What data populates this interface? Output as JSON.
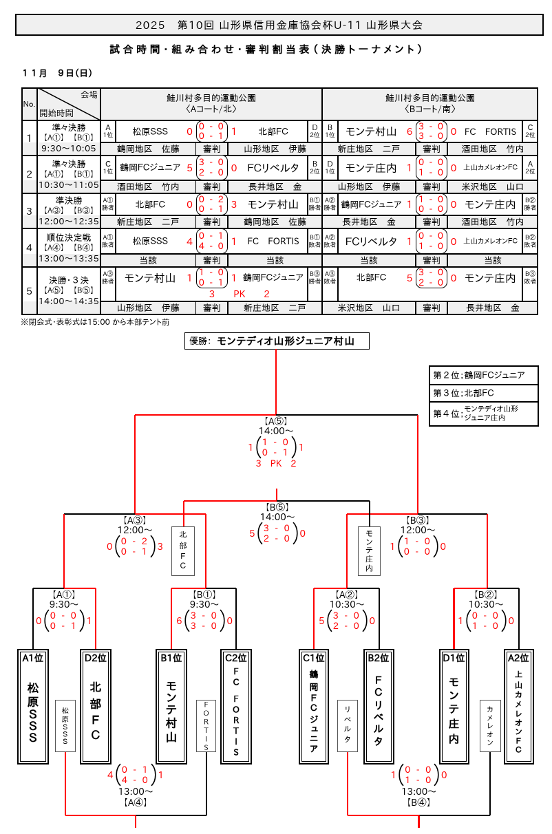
{
  "page": {
    "title": "2025　第10回 山形県信用金庫協会杯U-11 山形県大会",
    "subtitle": "試合時間・組み合わせ・審判割当表（決勝トーナメント）",
    "date": "１１月　９日（日）",
    "note": "※閉会式・表彰式は15:00 から本部テント前"
  },
  "colors": {
    "accent_red": "#ff0000",
    "line_black": "#000000",
    "shade_gray": "#f0f0f0"
  },
  "schedule": {
    "headers": {
      "no": "No.",
      "venue": "会場",
      "start_time": "開始時間",
      "court_a_name": "鮭川村多目的運動公園",
      "court_a_sub": "〈Aコート/北〉",
      "court_b_name": "鮭川村多目的運動公園",
      "court_b_sub": "〈Bコート/南〉",
      "referee": "審判"
    },
    "rows": [
      {
        "no": "1",
        "round": "準々決勝",
        "slots": "【A①】　【B①】",
        "time": "9:30～10:05",
        "a": {
          "pos_l1": "A",
          "pos_l2": "1位",
          "team1": "松原ＳＳＳ",
          "total1": "0",
          "half1": "0 - 0",
          "half2": "0 - 1",
          "total2": "1",
          "team2": "北部ＦＣ",
          "pos_r1": "D",
          "pos_r2": "2位",
          "pk": "",
          "ref_left": "鶴岡地区　佐藤",
          "ref_mid": "審判",
          "ref_right": "山形地区　伊藤"
        },
        "b": {
          "pos_l1": "B",
          "pos_l2": "1位",
          "team1": "モンテ村山",
          "total1": "6",
          "half1": "3 - 0",
          "half2": "3 - 0",
          "total2": "0",
          "team2": "FC　FORTIS",
          "pos_r1": "C",
          "pos_r2": "2位",
          "pk": "",
          "ref_left": "新庄地区　二戸",
          "ref_mid": "審判",
          "ref_right": "酒田地区　竹内"
        }
      },
      {
        "no": "2",
        "round": "準々決勝",
        "slots": "【A①】　【B①】",
        "time": "10:30～11:05",
        "a": {
          "pos_l1": "C",
          "pos_l2": "1位",
          "team1": "鶴岡ＦＣジュニア",
          "total1": "5",
          "half1": "3 - 0",
          "half2": "2 - 0",
          "total2": "0",
          "team2": "ＦＣリベルタ",
          "pos_r1": "B",
          "pos_r2": "2位",
          "pk": "",
          "ref_left": "酒田地区　竹内",
          "ref_mid": "審判",
          "ref_right": "長井地区　金"
        },
        "b": {
          "pos_l1": "D",
          "pos_l2": "1位",
          "team1": "モンテ庄内",
          "total1": "1",
          "half1": "0 - 0",
          "half2": "1 - 0",
          "total2": "0",
          "team2": "上山カメレオンＦＣ",
          "pos_r1": "A",
          "pos_r2": "2位",
          "pk": "",
          "ref_left": "山形地区　伊藤",
          "ref_mid": "審判",
          "ref_right": "米沢地区　山口"
        }
      },
      {
        "no": "3",
        "round": "準決勝",
        "slots": "【A③】　【B③】",
        "time": "12:00～12:35",
        "a": {
          "pos_l1": "A①",
          "pos_l2": "勝者",
          "team1": "北部ＦＣ",
          "total1": "0",
          "half1": "0 - 2",
          "half2": "0 - 1",
          "total2": "3",
          "team2": "モンテ村山",
          "pos_r1": "B①",
          "pos_r2": "勝者",
          "pk": "",
          "ref_left": "新庄地区　二戸",
          "ref_mid": "審判",
          "ref_right": "鶴岡地区　佐藤"
        },
        "b": {
          "pos_l1": "A②",
          "pos_l2": "勝者",
          "team1": "鶴岡ＦＣジュニア",
          "total1": "1",
          "half1": "1 - 0",
          "half2": "0 - 0",
          "total2": "0",
          "team2": "モンテ庄内",
          "pos_r1": "B②",
          "pos_r2": "勝者",
          "pk": "",
          "ref_left": "長井地区　金",
          "ref_mid": "審判",
          "ref_right": "酒田地区　竹内"
        }
      },
      {
        "no": "4",
        "round": "順位決定戦",
        "slots": "【A④】　【B④】",
        "time": "13:00～13:35",
        "a": {
          "pos_l1": "A①",
          "pos_l2": "敗者",
          "team1": "松原ＳＳＳ",
          "total1": "4",
          "half1": "0 - 1",
          "half2": "4 - 0",
          "total2": "1",
          "team2": "FC　FORTIS",
          "pos_r1": "B①",
          "pos_r2": "敗者",
          "pk": "",
          "ref_left": "当該",
          "ref_mid": "審判",
          "ref_right": "当該"
        },
        "b": {
          "pos_l1": "A②",
          "pos_l2": "敗者",
          "team1": "ＦＣリベルタ",
          "total1": "1",
          "half1": "0 - 0",
          "half2": "1 - 0",
          "total2": "0",
          "team2": "上山カメレオンＦＣ",
          "pos_r1": "B②",
          "pos_r2": "敗者",
          "pk": "",
          "ref_left": "当該",
          "ref_mid": "審判",
          "ref_right": "当該"
        }
      },
      {
        "no": "5",
        "round": "決勝・３決",
        "slots": "【A⑤】　【B⑤】",
        "time": "14:00～14:35",
        "a": {
          "pos_l1": "A③",
          "pos_l2": "勝者",
          "team1": "モンテ村山",
          "total1": "1",
          "half1": "1 - 0",
          "half2": "0 - 1",
          "total2": "1",
          "team2": "鶴岡ＦＣジュニア",
          "pos_r1": "B③",
          "pos_r2": "勝者",
          "pk": "3　　PK　　2",
          "ref_left": "山形地区　伊藤",
          "ref_mid": "審判",
          "ref_right": "新庄地区　二戸"
        },
        "b": {
          "pos_l1": "A③",
          "pos_l2": "敗者",
          "team1": "北部ＦＣ",
          "total1": "5",
          "half1": "3 - 0",
          "half2": "2 - 0",
          "total2": "0",
          "team2": "モンテ庄内",
          "pos_r1": "B③",
          "pos_r2": "敗者",
          "pk": "",
          "ref_left": "米沢地区　山口",
          "ref_mid": "審判",
          "ref_right": "長井地区　金"
        }
      }
    ]
  },
  "champion": {
    "label": "優勝：",
    "name": "モンテディオ山形ジュニア村山"
  },
  "rankings": [
    {
      "rank": "第２位",
      "sep": "；",
      "name_l1": "鶴岡ＦＣジュニア",
      "name_l2": ""
    },
    {
      "rank": "第３位",
      "sep": "；",
      "name_l1": "北部ＦＣ",
      "name_l2": ""
    },
    {
      "rank": "第４位",
      "sep": "；",
      "name_l1": "モンテディオ山形",
      "name_l2": "ジュニア庄内"
    }
  ],
  "bracket": {
    "final": {
      "label": "【A⑤】",
      "time": "14:00～",
      "total_left": "1",
      "half1": "1 - 0",
      "half2": "0 - 1",
      "total_right": "1",
      "pk": "3　PK　2"
    },
    "third": {
      "label": "【B⑤】",
      "time": "14:00～",
      "total_left": "5",
      "half1": "3 - 0",
      "half2": "2 - 0",
      "total_right": "0"
    },
    "semi_a": {
      "label": "【A③】",
      "time": "12:00～",
      "total_left": "0",
      "half1": "0 - 2",
      "half2": "0 - 1",
      "total_right": "3"
    },
    "semi_b": {
      "label": "【B③】",
      "time": "12:00～",
      "total_left": "1",
      "half1": "1 - 0",
      "half2": "0 - 0",
      "total_right": "0"
    },
    "qf_a1": {
      "label": "【A①】",
      "time": "9:30～",
      "total_left": "0",
      "half1": "0 - 0",
      "half2": "0 - 1",
      "total_right": "1"
    },
    "qf_b1": {
      "label": "【B①】",
      "time": "9:30～",
      "total_left": "6",
      "half1": "3 - 0",
      "half2": "3 - 0",
      "total_right": "0"
    },
    "qf_a2": {
      "label": "【A②】",
      "time": "10:30～",
      "total_left": "5",
      "half1": "3 - 0",
      "half2": "2 - 0",
      "total_right": "0"
    },
    "qf_b2": {
      "label": "【B②】",
      "time": "10:30～",
      "total_left": "1",
      "half1": "0 - 0",
      "half2": "1 - 0",
      "total_right": "0"
    },
    "cons_a": {
      "label": "【A④】",
      "time": "13:00～",
      "total_left": "4",
      "half1": "0 - 1",
      "half2": "4 - 0",
      "total_right": "1"
    },
    "cons_b": {
      "label": "【B④】",
      "time": "13:00～",
      "total_left": "1",
      "half1": "0 - 0",
      "half2": "1 - 0",
      "total_right": "0"
    },
    "teams": [
      {
        "seed": "A1位",
        "name": "松原ＳＳＳ"
      },
      {
        "seed": "D2位",
        "name": "北部ＦＣ"
      },
      {
        "seed": "B1位",
        "name": "モンテ村山"
      },
      {
        "seed": "C2位",
        "name": "FC FORTIS"
      },
      {
        "seed": "C1位",
        "name": "鶴岡ＦＣジュニア"
      },
      {
        "seed": "B2位",
        "name": "ＦＣリベルタ"
      },
      {
        "seed": "D1位",
        "name": "モンテ庄内"
      },
      {
        "seed": "A2位",
        "name": "上山カメレオンＦＣ"
      }
    ],
    "repechage_tags": [
      {
        "name": "北部ＦＣ"
      },
      {
        "name": "モンテ庄内"
      },
      {
        "name": "松原ＳＳＳ"
      },
      {
        "name": "FORTIS"
      },
      {
        "name": "リベルタ"
      },
      {
        "name": "カメレオン"
      }
    ]
  }
}
